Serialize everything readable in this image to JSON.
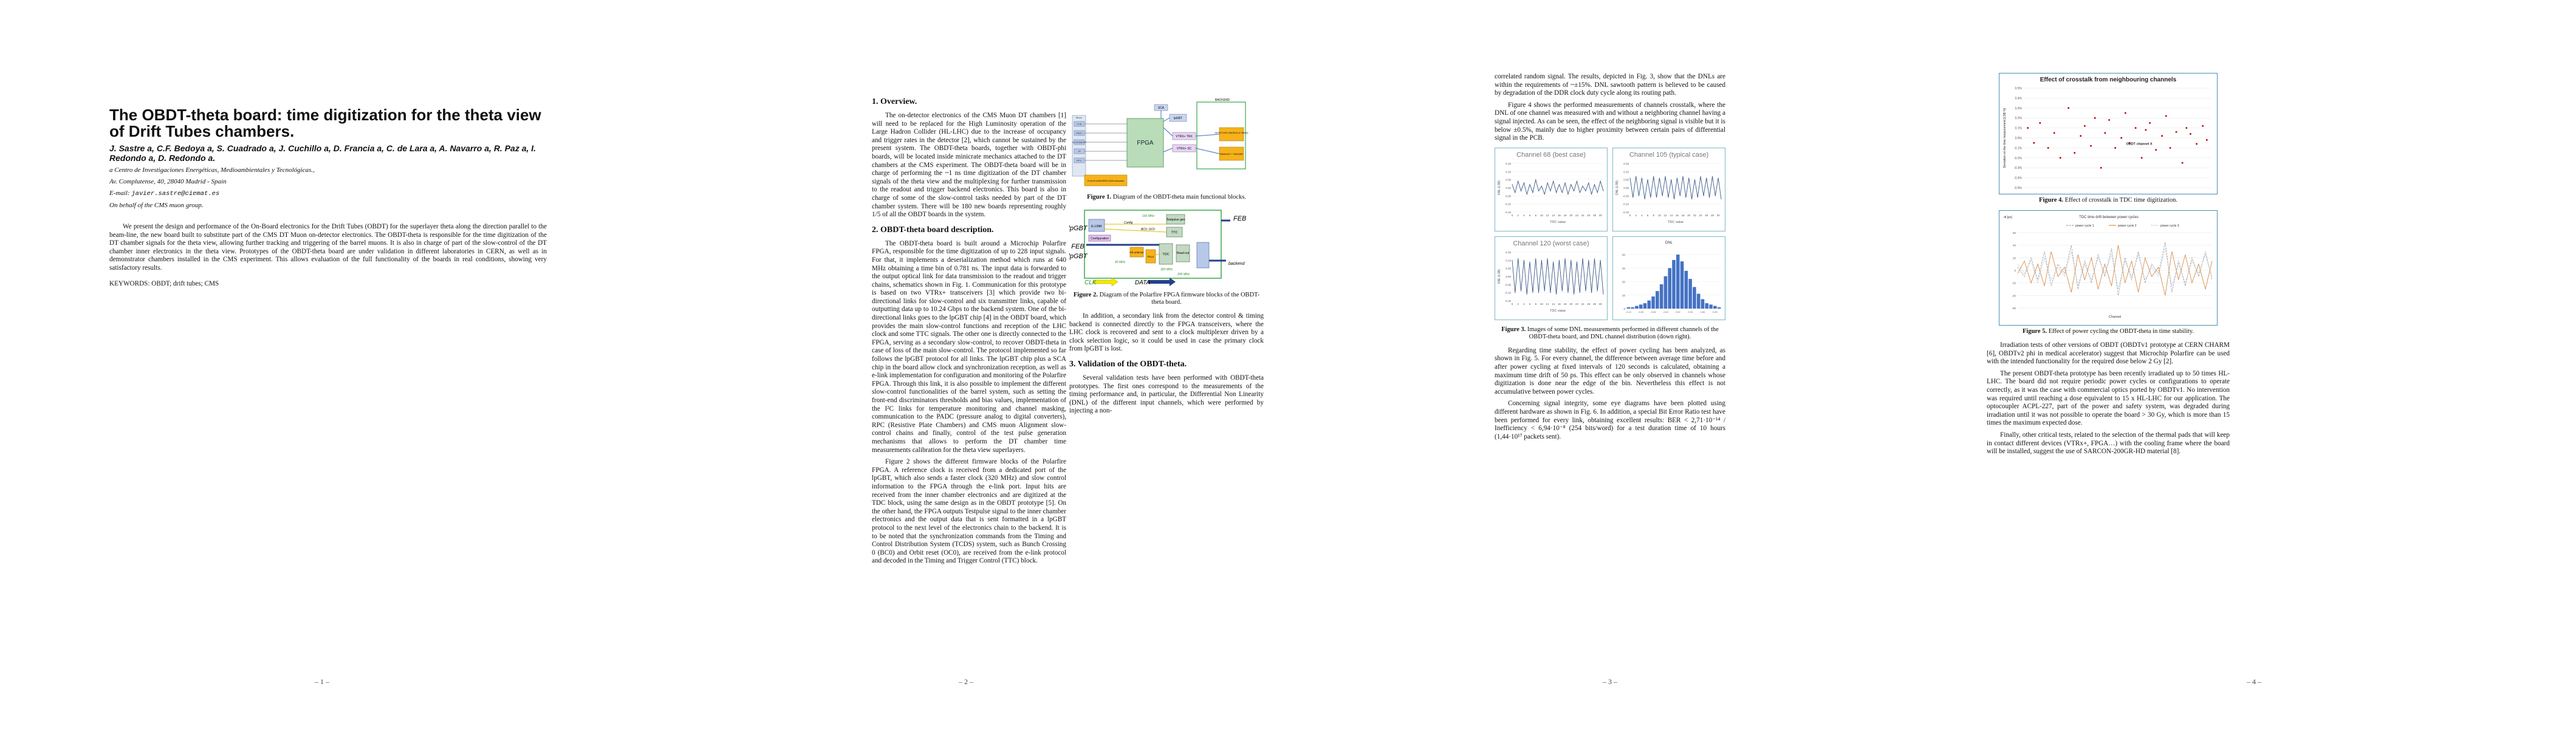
{
  "page1": {
    "title": "The OBDT-theta board: time digitization for the theta view of Drift Tubes chambers.",
    "authors": "J. Sastre a, C.F. Bedoya a, S. Cuadrado a, J. Cuchillo a, D. Francia a, C. de Lara a, A. Navarro a, R. Paz a, I. Redondo a, D. Redondo a.",
    "affiliation": "a Centro de Investigaciones Energéticas, Medioambientales y Tecnológicas.,",
    "address": "Av. Complutense, 40, 28040 Madrid - Spain",
    "email_label": "E-mail:",
    "email": "javier.sastre@ciemat.es",
    "on_behalf": "On behalf of the CMS muon group.",
    "abstract": "We present the design and performance of the On-Board electronics for the Drift Tubes (OBDT) for the superlayer theta along the direction parallel to the beam-line, the new board built to substitute part of the CMS DT Muon on-detector electronics. The OBDT-theta is responsible for the time digitization of the DT chamber signals for the theta view, allowing further tracking and triggering of the barrel muons. It is also in charge of part of the slow-control of the DT chamber inner electronics in the theta view. Prototypes of the OBDT-theta board are under validation in different laboratories in CERN, as well as in demonstrator chambers installed in the CMS experiment. This allows evaluation of the full functionality of the boards in real conditions, showing very satisfactory results.",
    "keywords": "KEYWORDS: OBDT; drift tubes; CMS",
    "page_number": "– 1 –"
  },
  "page2": {
    "sec1_title": "1. Overview.",
    "sec1_para": "The on-detector electronics of the CMS Muon DT chambers [1] will need to be replaced for the High Luminosity operation of the Large Hadron Collider (HL-LHC) due to the increase of occupancy and trigger rates in the detector [2], which cannot be sustained by the present system. The OBDT-theta boards, together with OBDT-phi boards, will be located inside minicrate mechanics attached to the DT chambers at the CMS experiment. The OBDT-theta board will be in charge of performing the ~1 ns time digitization of the DT chamber signals of the theta view and the multiplexing for further transmission to the readout and trigger backend electronics. This board is also in charge of some of the slow-control tasks needed by part of the DT chamber system. There will be 180 new boards representing roughly 1/5 of all the OBDT boards in the system.",
    "sec2_title": "2. OBDT-theta board description.",
    "sec2_para1": "The OBDT-theta board is built around a Microchip Polarfire FPGA, responsible for the time digitization of up to 228 input signals. For that, it implements a deserialization method which runs at 640 MHz obtaining a time bin of 0.781 ns. The input data is forwarded to the output optical link for data transmission to the readout and trigger chains, schematics shown in Fig. 1. Communication for this prototype is based on two VTRx+ transceivers [3] which provide two bi-directional links for slow-control and six transmitter links, capable of outputting data up to 10.24 Gbps to the backend system. One of the bi-directional links goes to the lpGBT chip [4] in the OBDT board, which provides the main slow-control functions and reception of the LHC clock and some TTC signals. The other one is directly connected to the FPGA, serving as a secondary slow-control, to recover OBDT-theta in case of loss of the main slow-control. The protocol implemented so far follows the lpGBT protocol for all links. The lpGBT chip plus a SCA chip in the board allow clock and synchronization reception, as well as e-link implementation for configuration and monitoring of the Polarfire FPGA. Through this link, it is also possible to implement the different slow-control functionalities of the barrel system, such as setting the front-end discriminators thresholds and bias values, implementation of the I²C links for temperature monitoring and channel masking, communication to the PADC (pressure analog to digital converters), RPC (Resistive Plate Chambers) and CMS muon Alignment slow-control chains and finally, control of the test pulse generation mechanisms that allows to perform the DT chamber time measurements calibration for the theta view superlayers.",
    "sec2_para2": "Figure 2 shows the different firmware blocks of the Polarfire FPGA. A reference clock is received from a dedicated port of the lpGBT, which also sends a faster clock (320 MHz) and slow control information to the FPGA through the e-link port. Input hits are received from the inner chamber electronics and are digitized at the TDC block, using the same design as in the OBDT prototype [5]. On the other hand, the FPGA outputs Testpulse signal to the inner chamber electronics and the output data that is sent formatted in a lpGBT protocol to the next level of the electronics chain to the backend. It is to be noted that the synchronization commands from the Timing and Control Distribution System (TCDS) system, such as Bunch Crossing 0 (BC0) and Orbit reset (OC0), are received from the  e-link protocol and decoded in the Timing and Trigger Control (TTC) block.",
    "fig1_caption_label": "Figure 1.",
    "fig1_caption": " Diagram of the OBDT-theta main functional blocks.",
    "fig2_caption_label": "Figure 2.",
    "fig2_caption": " Diagram of the Polarfire FPGA firmware blocks of the OBDT-theta board.",
    "after_fig_para": "In addition, a secondary link from the detector control & timing backend is connected directly to the FPGA transceivers, where the LHC clock is recovered and sent to a clock multiplexer driven by a clock selection logic, so it could be used in case the primary clock from lpGBT is lost.",
    "sec3_title": "3. Validation of the OBDT-theta.",
    "sec3_para": "Several validation tests have been performed with OBDT-theta prototypes. The first ones correspond to the measurements of the timing performance and, in particular, the Differential Non Linearity (DNL) of the different input channels, which were performed by injecting a non-",
    "page_number": "– 2 –",
    "fig1": {
      "fpga": "FPGA",
      "sca": "SCA",
      "lpgbt": "lpGBT",
      "vtrx_tr": "VTRX+ TRX",
      "vtrx_sc": "VTRX+ SC",
      "backend": "BACKEND",
      "det_ctrl": "DETECTOR CONTROL & TIMING",
      "readout": "READOUT + TRIGGER",
      "frontend": "Front End BOARDS (228 channels)",
      "inputs": [
        "PCB",
        "PADC",
        "ALIGNMENT",
        "TP",
        "RPC"
      ],
      "muon": "Muon"
    },
    "fig2": {
      "lpgbt": "lpGBT",
      "elink": "E-LINK",
      "config": "Configuration",
      "testpulse": "Testpulse gen",
      "ttc": "TTC",
      "tdc": "TDC",
      "readout": "Read out",
      "clk_sel": "Clk selector",
      "plls": "PLLs",
      "feb": "FEB",
      "backend": "backend",
      "clk": "CLK",
      "data": "DATA",
      "mhz160": "160 MHz",
      "mhz40": "40 MHz",
      "mhz320": "320 MHz",
      "mhz200": "200 MHz",
      "config_lbl": "Config",
      "bc0": "BC0, OC0"
    }
  },
  "page3": {
    "para1": "correlated random signal. The results, depicted in Fig. 3, show that the DNLs are within the requirements of ~±15%. DNL sawtooth pattern is believed to be caused by degradation of the DDR clock duty cycle along its routing path.",
    "para2": "Figure 4 shows the performed measurements of channels crosstalk, where the DNL of one channel was measured with and without a neighboring channel having a signal injected. As can be seen, the effect of the neighboring signal is visible but it is below ±0.5%, mainly due to higher proximity between certain pairs of differential signal in the PCB.",
    "fig3_caption_label": "Figure 3.",
    "fig3_caption": " Images of some DNL measurements performed in different channels of the OBDT-theta board, and DNL channel distribution (down right).",
    "para3": "Regarding time stability, the effect of power cycling has been analyzed, as shown in Fig. 5. For every channel, the difference between average time before and after power cycling at fixed intervals of 120 seconds is calculated, obtaining a maximum time drift of 50 ps. This effect can be only observed in channels whose digitization is done near the edge of the bin. Nevertheless this effect is not accumulative between power cycles.",
    "para4": "Concerning signal integrity, some eye diagrams have been plotted using different hardware as shown in Fig. 6. In addition, a special Bit Error Ratio test have been performed for every link, obtaining excellent results: BER < 2,71·10⁻¹⁴ / Inefficiency < 6,94·10⁻⁸ (254 bits/word) for a test duration time of 10 hours (1,44·10¹⁷ packets sent).",
    "page_number": "– 3 –"
  },
  "page4": {
    "fig4_caption_label": "Figure 4.",
    "fig4_caption": " Effect of crosstalk in TDC time digitization.",
    "fig5_caption_label": "Figure 5.",
    "fig5_caption": " Effect of power cycling the OBDT-theta in time stability.",
    "para1": "Irradiation tests of other versions of OBDT (OBDTv1 prototype at CERN CHARM [6], OBDTv2 phi in medical accelerator) suggest that Microchip Polarfire can be used with the intended functionality for the required dose below 2 Gy [2].",
    "para2": "The present OBDT-theta prototype has been recently irradiated up to 50 times HL-LHC. The board did not require periodic power cycles or configurations to operate correctly, as it was the case with commercial optics ported by OBDTv1. No intervention was required until reaching a dose equivalent to 15 x HL-LHC for our application. The optocoupler ACPL-227, part of the power and safety system, was degraded during irradiation until it was not possible to operate the board > 30 Gy, which is more than 15 times the maximum expected dose.",
    "para3": "Finally, other critical tests, related to the selection of the thermal pads that will keep in contact different devices (VTRx+, FPGA…) with the cooling frame where the board will be installed, suggest the use of SARCON-200GR-HD material [8].",
    "page_number": "– 4 –"
  },
  "chart_data": [
    {
      "type": "line",
      "title": "Channel 68 (best case)",
      "xlabel": "TDC value",
      "ylabel": "DNL (LSB)",
      "x": [
        0,
        1,
        2,
        3,
        4,
        5,
        6,
        7,
        8,
        9,
        10,
        11,
        12,
        13,
        14,
        15,
        16,
        17,
        18,
        19,
        20,
        21,
        22,
        23,
        24,
        25,
        26,
        27,
        28,
        29,
        30,
        31
      ],
      "series": [
        {
          "values": [
            0.02,
            -0.03,
            0.04,
            -0.02,
            0.03,
            -0.04,
            0.02,
            -0.03,
            0.05,
            -0.02,
            0.01,
            -0.04,
            0.03,
            -0.02,
            0.04,
            -0.03,
            0.02,
            -0.03,
            0.03,
            -0.04,
            0.02,
            -0.02,
            0.04,
            -0.03,
            0.01,
            -0.02,
            0.03,
            -0.04,
            0.02,
            -0.03,
            0.04,
            -0.02
          ]
        }
      ],
      "ylim": [
        -0.15,
        0.15
      ]
    },
    {
      "type": "line",
      "title": "Channel 105 (typical case)",
      "xlabel": "TDC value",
      "ylabel": "DNL (LSB)",
      "x": [
        0,
        1,
        2,
        3,
        4,
        5,
        6,
        7,
        8,
        9,
        10,
        11,
        12,
        13,
        14,
        15,
        16,
        17,
        18,
        19,
        20,
        21,
        22,
        23,
        24,
        25,
        26,
        27,
        28,
        29,
        30,
        31
      ],
      "series": [
        {
          "values": [
            0.06,
            -0.06,
            0.07,
            -0.05,
            0.06,
            -0.07,
            0.05,
            -0.06,
            0.07,
            -0.06,
            0.06,
            -0.05,
            0.07,
            -0.06,
            0.05,
            -0.07,
            0.06,
            -0.05,
            0.07,
            -0.06,
            0.06,
            -0.07,
            0.05,
            -0.06,
            0.07,
            -0.05,
            0.06,
            -0.06,
            0.07,
            -0.05,
            0.06,
            -0.07
          ]
        }
      ],
      "ylim": [
        -0.15,
        0.15
      ]
    },
    {
      "type": "line",
      "title": "Channel 120 (worst case)",
      "xlabel": "TDC value",
      "ylabel": "DNL (LSB)",
      "x": [
        0,
        1,
        2,
        3,
        4,
        5,
        6,
        7,
        8,
        9,
        10,
        11,
        12,
        13,
        14,
        15,
        16,
        17,
        18,
        19,
        20,
        21,
        22,
        23,
        24,
        25,
        26,
        27,
        28,
        29,
        30,
        31
      ],
      "series": [
        {
          "values": [
            0.1,
            -0.1,
            0.11,
            -0.09,
            0.1,
            -0.11,
            0.09,
            -0.1,
            0.11,
            -0.1,
            0.1,
            -0.09,
            0.11,
            -0.1,
            0.09,
            -0.11,
            0.1,
            -0.09,
            0.11,
            -0.1,
            0.1,
            -0.11,
            0.09,
            -0.1,
            0.11,
            -0.09,
            0.1,
            -0.1,
            0.11,
            -0.09,
            0.1,
            -0.11
          ]
        }
      ],
      "ylim": [
        -0.15,
        0.15
      ]
    },
    {
      "type": "bar",
      "title": "DNL",
      "categories": [
        "-0.12",
        "-0.11",
        "-0.10",
        "-0.09",
        "-0.08",
        "-0.07",
        "-0.06",
        "-0.05",
        "-0.04",
        "-0.03",
        "-0.02",
        "-0.01",
        "0.00",
        "0.01",
        "0.02",
        "0.03",
        "0.04",
        "0.05",
        "0.06",
        "0.07",
        "0.08",
        "0.09",
        "0.10"
      ],
      "values": [
        1,
        1,
        2,
        3,
        4,
        6,
        9,
        13,
        18,
        24,
        30,
        36,
        40,
        35,
        28,
        22,
        16,
        11,
        7,
        4,
        3,
        2,
        1
      ]
    },
    {
      "type": "scatter",
      "title": "Effect of crosstalk from neighbouring channels",
      "ylabel": "Deviation on the time measurement [LSB %]",
      "annotation": "OBDT channel X",
      "series": [
        {
          "x": [
            2,
            5,
            8,
            12,
            15,
            18,
            22,
            25,
            28,
            30,
            33,
            35,
            38,
            40,
            42,
            45,
            48,
            50,
            52,
            55,
            58,
            60,
            62,
            65,
            68,
            70,
            72,
            75,
            78,
            80,
            82,
            85,
            88,
            90
          ],
          "values": [
            0.1,
            -0.05,
            0.15,
            -0.1,
            0.05,
            -0.2,
            0.3,
            -0.15,
            0.02,
            0.12,
            -0.08,
            0.2,
            -0.3,
            0.05,
            0.18,
            -0.1,
            0.0,
            0.25,
            -0.05,
            0.1,
            -0.2,
            0.08,
            0.15,
            -0.12,
            0.02,
            0.22,
            -0.1,
            0.06,
            -0.25,
            0.1,
            0.04,
            -0.06,
            0.12,
            -0.02
          ]
        }
      ]
    },
    {
      "type": "line",
      "title": "TDC time drift between power cycles",
      "xlabel": "Channel",
      "ylabel": "dt [ps]",
      "series": [
        {
          "name": "power cycle 1",
          "values": [
            5,
            -10,
            20,
            -15,
            30,
            -25,
            10,
            -5,
            40,
            -30,
            15,
            -20,
            25,
            -10,
            35,
            -40,
            20,
            -15,
            30,
            -20,
            10,
            -5,
            45,
            -35,
            15,
            -25,
            20,
            -10,
            30,
            -15
          ]
        },
        {
          "name": "power cycle 2",
          "values": [
            -5,
            15,
            -20,
            10,
            -25,
            30,
            -10,
            5,
            -35,
            25,
            -15,
            20,
            -30,
            10,
            -25,
            40,
            -20,
            15,
            -35,
            20,
            -10,
            5,
            -40,
            30,
            -15,
            25,
            -20,
            10,
            -30,
            15
          ]
        },
        {
          "name": "power cycle 3",
          "values": [
            10,
            -5,
            15,
            -20,
            20,
            -15,
            5,
            -10,
            30,
            -25,
            10,
            -15,
            20,
            -5,
            25,
            -30,
            15,
            -10,
            25,
            -15,
            5,
            -10,
            35,
            -25,
            10,
            -20,
            15,
            -5,
            25,
            -10
          ]
        }
      ]
    }
  ]
}
